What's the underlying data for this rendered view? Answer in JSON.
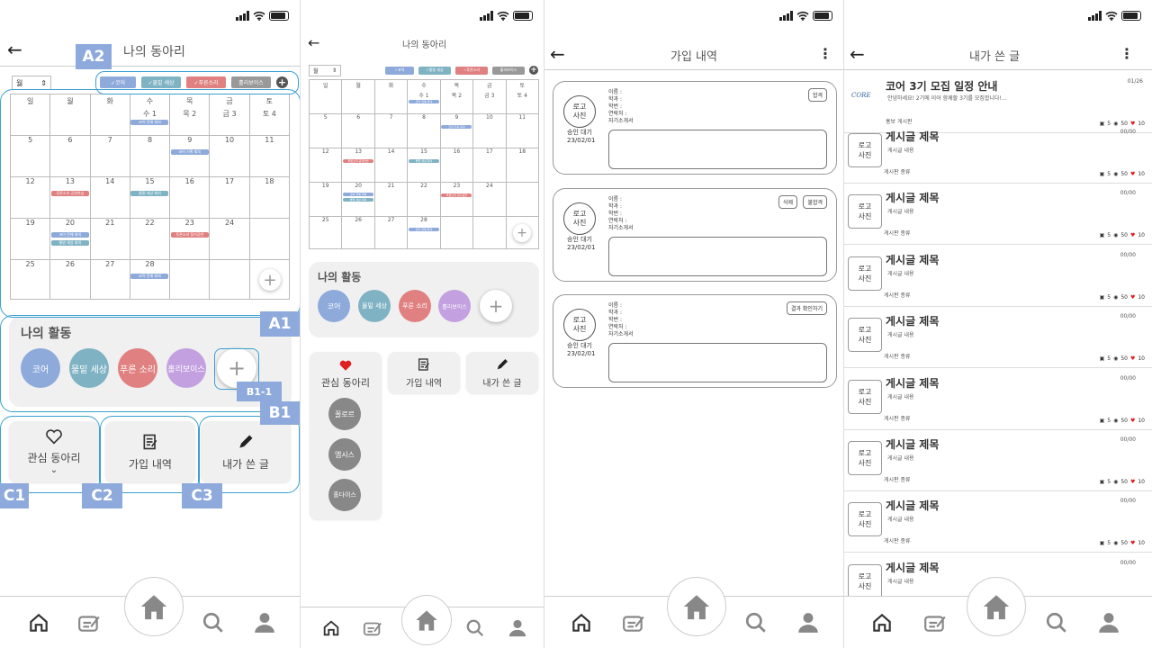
{
  "status_bar": {
    "icons": [
      "signal-icon",
      "wifi-icon",
      "battery-icon"
    ]
  },
  "s1": {
    "title": "나의 동아리",
    "year": "월",
    "chips": [
      {
        "label": "✓코어",
        "color": "#8eaadb"
      },
      {
        "label": "✓물밑 세상",
        "color": "#7fb3c4"
      },
      {
        "label": "✓푸른소리",
        "color": "#e08080"
      },
      {
        "label": "홀리보이스",
        "color": "#999999"
      }
    ],
    "weekdays": [
      "일",
      "월",
      "화",
      "수",
      "목",
      "금",
      "토"
    ],
    "weeks": [
      [
        "",
        "",
        "",
        "수 1",
        "목 2",
        "금 3",
        "토 4"
      ],
      [
        "5",
        "6",
        "7",
        "8",
        "9",
        "10",
        "11"
      ],
      [
        "12",
        "13",
        "14",
        "15",
        "16",
        "17",
        "18"
      ],
      [
        "19",
        "20",
        "21",
        "22",
        "23",
        "24"
      ],
      [
        "25",
        "26",
        "27",
        "28",
        "",
        ""
      ]
    ],
    "activity_title": "나의 활동",
    "activities": [
      {
        "label": "코어",
        "color": "#8eaadb"
      },
      {
        "label": "물밑 세상",
        "color": "#7fb3c4"
      },
      {
        "label": "푸른 소리",
        "color": "#e08080"
      },
      {
        "label": "홀리보이스",
        "color": "#c3a0e0"
      }
    ],
    "menu": [
      "관심 동아리",
      "가입 내역",
      "내가 쓴 글"
    ],
    "annotations": [
      "A2",
      "A1",
      "B1-1",
      "B1",
      "C1",
      "C2",
      "C3"
    ]
  },
  "events": {
    "e1": "코어 전체 회의",
    "e9": "코어 기획 회의",
    "e13": "푸른소리 공연연습",
    "e15": "물밑 세상 회의",
    "e20a": "코어 전체 회의",
    "e20b": "물밑 세상 회의",
    "e23": "푸른소리 정기공연",
    "e28": "코어 전체 회의"
  },
  "s2": {
    "title": "나의 동아리",
    "activity_title": "나의 활동",
    "menu": [
      "관심 동아리",
      "가입 내역",
      "내가 쓴 글"
    ],
    "interests": [
      "꼴로르",
      "엠시스",
      "홀다이스"
    ]
  },
  "s3": {
    "title": "가입 내역",
    "cards": [
      {
        "logo": "로고\n사진",
        "status": "승인 대기",
        "date": "23/02/01",
        "fields": [
          "이름 :",
          "학과 :",
          "학번 :",
          "연락처 :",
          "자기소개서"
        ],
        "buttons": [
          "합격"
        ]
      },
      {
        "logo": "로고\n사진",
        "status": "승인 대기",
        "date": "23/02/01",
        "fields": [
          "이름 :",
          "학과 :",
          "학번 :",
          "연락처 :",
          "자기소개서"
        ],
        "buttons": [
          "삭제",
          "불합격"
        ]
      },
      {
        "logo": "로고\n사진",
        "status": "승인 대기",
        "date": "23/02/01",
        "fields": [
          "이름 :",
          "학과 :",
          "학번 :",
          "연락처 :",
          "자기소개서"
        ],
        "buttons": [
          "결과 확인하기"
        ]
      }
    ]
  },
  "s4": {
    "title": "내가 쓴 글",
    "first": {
      "title": "코어 3기 모집 일정 안내",
      "content": "안녕하세요! 2기에 이어 함께할 3기를 모집합니다!...",
      "board": "홍보 게시판",
      "date": "01/26",
      "logo": "CORE"
    },
    "post": {
      "logo": "로고\n사진",
      "title": "게시글 제목",
      "content": "게시글 내용",
      "board": "게시판 종류",
      "date": "00/00"
    },
    "stats": {
      "images": "5",
      "views": "50",
      "likes": "10"
    }
  }
}
